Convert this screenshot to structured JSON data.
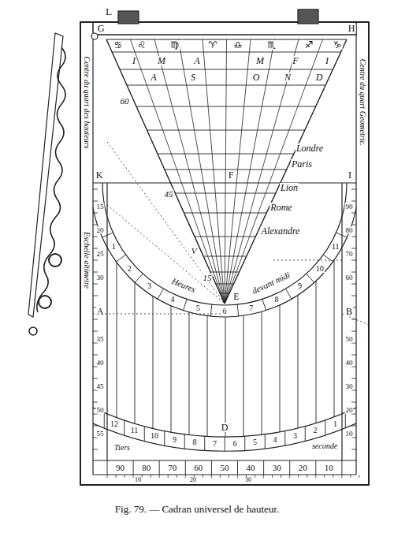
{
  "diagram": {
    "caption": "Fig. 79. — Cadran universel de hauteur.",
    "labels": [
      "L",
      "G",
      "H",
      "♋",
      "♌",
      "♍",
      "♈",
      "♎",
      "♏",
      "♐",
      "♑",
      "I",
      "M",
      "A",
      "M",
      "F",
      "I",
      "A",
      "S",
      "O",
      "N",
      "D",
      "60",
      "45",
      "V",
      "15",
      "F",
      "E",
      "K",
      "I",
      "A",
      "B",
      "D",
      "Londre",
      "Paris",
      "Lion",
      "Rome",
      "Alexandre",
      "Heures",
      "devant midi",
      "Centre du quart des hauteurs",
      "Centre du quart Geometric.",
      "Eschelle altimetre",
      "1",
      "2",
      "3",
      "4",
      "5",
      "6",
      "7",
      "8",
      "9",
      "10",
      "11",
      "12",
      "11",
      "10",
      "9",
      "8",
      "7",
      "6",
      "5",
      "4",
      "3",
      "2",
      "1",
      "Tiers",
      "seconde",
      "90",
      "80",
      "70",
      "60",
      "50",
      "40",
      "30",
      "20",
      "10",
      "10",
      "20",
      "30",
      "15",
      "20",
      "25",
      "30",
      "35",
      "40",
      "45",
      "50",
      "55",
      "90",
      "80",
      "70",
      "60",
      "50",
      "40",
      "30",
      "20",
      "10"
    ]
  }
}
